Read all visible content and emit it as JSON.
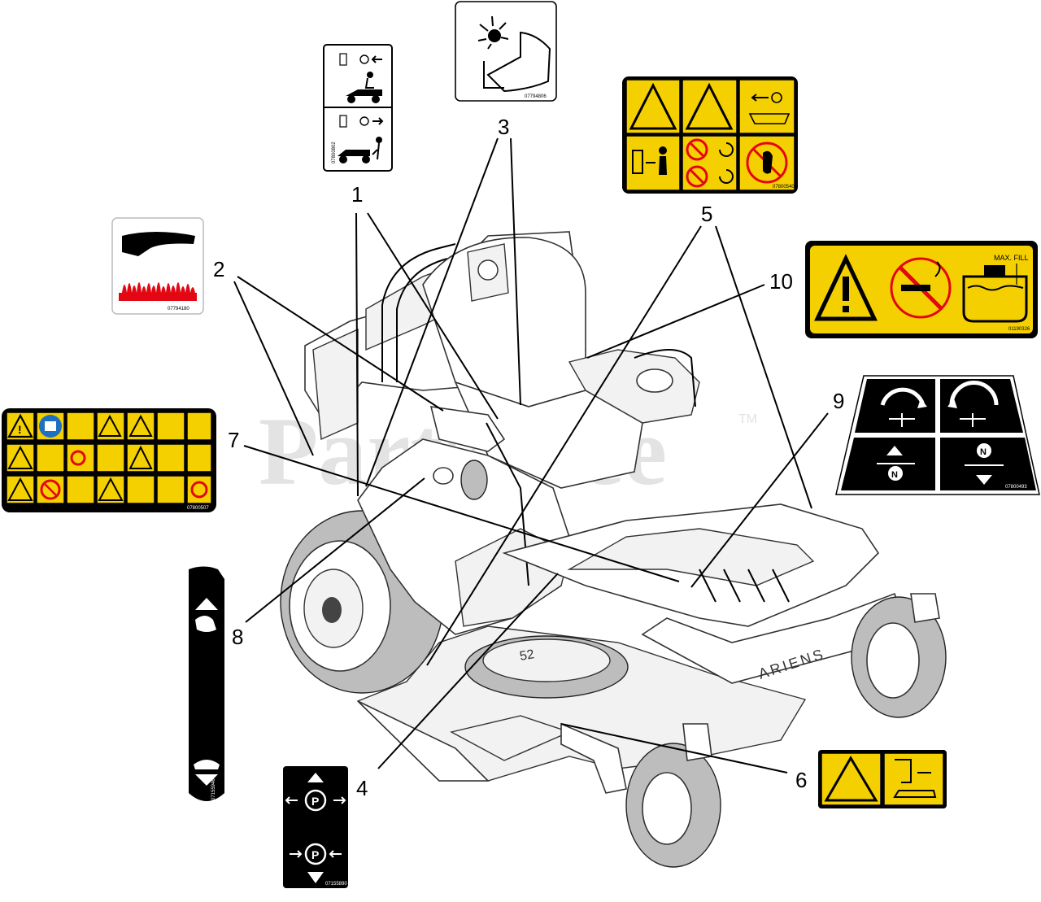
{
  "callouts": {
    "c1": "1",
    "c2": "2",
    "c3": "3",
    "c4": "4",
    "c5": "5",
    "c6": "6",
    "c7": "7",
    "c8": "8",
    "c9": "9",
    "c10": "10"
  },
  "machine": {
    "brand": "ARIENS",
    "deck_size": "52"
  },
  "watermark": {
    "text": "PartsTree",
    "tm": "TM"
  },
  "decals": {
    "d1_code": "07800802",
    "d2_code": "07794180",
    "d3_code": "07794806",
    "d4_code": "07155890",
    "d5_code": "07800540",
    "d7_code": "07800507",
    "d8_code": "07155946",
    "d9_code": "07800493",
    "d10_code": "01190326",
    "d10_maxfill": "MAX. FILL"
  },
  "colors": {
    "warning_yellow": "#f5d000",
    "prohibition_red": "#e30613",
    "decal_black": "#000000"
  }
}
